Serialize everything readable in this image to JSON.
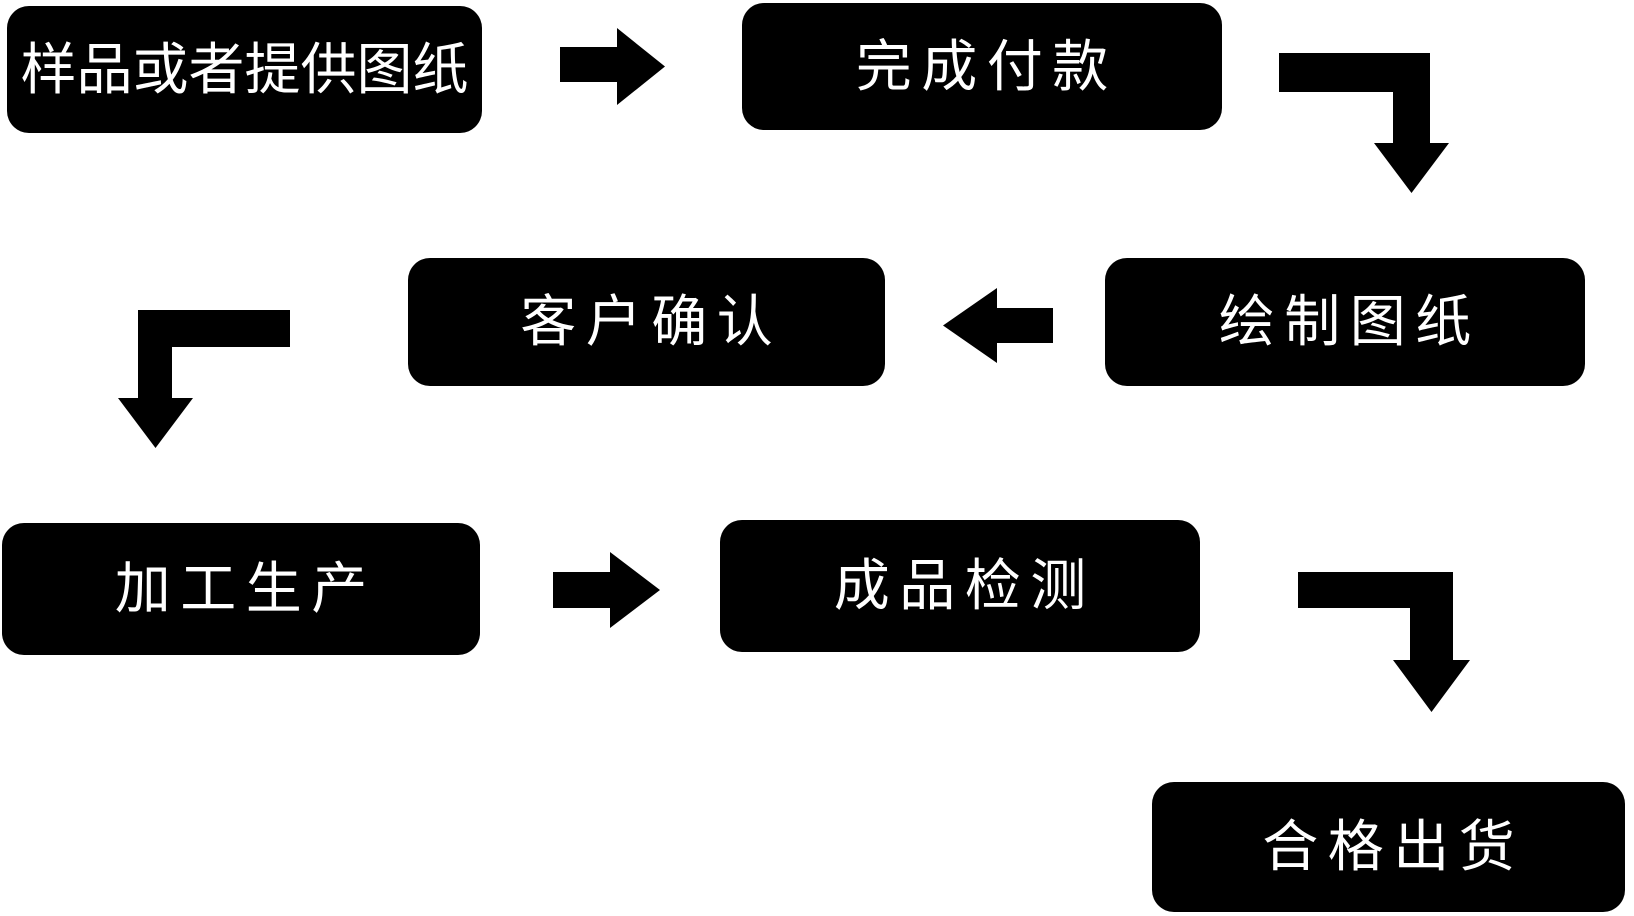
{
  "flowchart": {
    "type": "flowchart",
    "colors": {
      "background": "#ffffff",
      "node_fill": "#000000",
      "node_text": "#ffffff",
      "arrow": "#000000"
    },
    "nodes": [
      {
        "id": "sample-or-provide-drawings",
        "label": "样品或者提供图纸"
      },
      {
        "id": "complete-payment",
        "label": "完成付款"
      },
      {
        "id": "draw-drawings",
        "label": "绘制图纸"
      },
      {
        "id": "customer-confirmation",
        "label": "客户确认"
      },
      {
        "id": "processing-production",
        "label": "加工生产"
      },
      {
        "id": "finished-product-inspection",
        "label": "成品检测"
      },
      {
        "id": "qualified-shipment",
        "label": "合格出货"
      }
    ],
    "edges": [
      {
        "from": "sample-or-provide-drawings",
        "to": "complete-payment",
        "arrow": "right"
      },
      {
        "from": "complete-payment",
        "to": "draw-drawings",
        "arrow": "corner-down"
      },
      {
        "from": "draw-drawings",
        "to": "customer-confirmation",
        "arrow": "left"
      },
      {
        "from": "customer-confirmation",
        "to": "processing-production",
        "arrow": "corner-down"
      },
      {
        "from": "processing-production",
        "to": "finished-product-inspection",
        "arrow": "right"
      },
      {
        "from": "finished-product-inspection",
        "to": "qualified-shipment",
        "arrow": "corner-down"
      }
    ]
  }
}
